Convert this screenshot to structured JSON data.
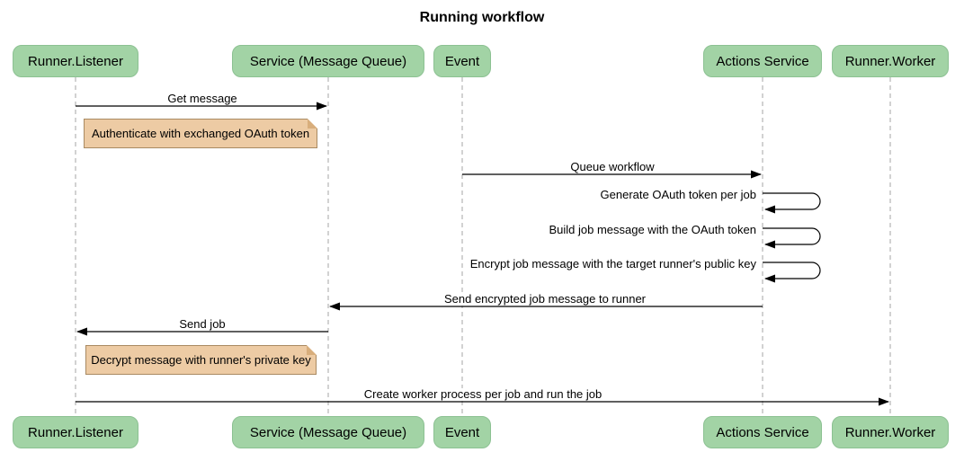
{
  "title": "Running workflow",
  "participants": [
    {
      "label": "Runner.Listener"
    },
    {
      "label": "Service (Message Queue)"
    },
    {
      "label": "Event"
    },
    {
      "label": "Actions Service"
    },
    {
      "label": "Runner.Worker"
    }
  ],
  "messages": [
    {
      "label": "Get message",
      "from": "Runner.Listener",
      "to": "Service (Message Queue)",
      "type": "arrow"
    },
    {
      "label": "Queue workflow",
      "from": "Event",
      "to": "Actions Service",
      "type": "arrow"
    },
    {
      "label": "Generate OAuth token per job",
      "from": "Actions Service",
      "to": "Actions Service",
      "type": "self"
    },
    {
      "label": "Build job message with the OAuth token",
      "from": "Actions Service",
      "to": "Actions Service",
      "type": "self"
    },
    {
      "label": "Encrypt job message with the target runner's public key",
      "from": "Actions Service",
      "to": "Actions Service",
      "type": "self"
    },
    {
      "label": "Send encrypted job message to runner",
      "from": "Actions Service",
      "to": "Service (Message Queue)",
      "type": "arrow"
    },
    {
      "label": "Send job",
      "from": "Service (Message Queue)",
      "to": "Runner.Listener",
      "type": "arrow"
    },
    {
      "label": "Create worker process per job and run the job",
      "from": "Runner.Listener",
      "to": "Runner.Worker",
      "type": "arrow"
    }
  ],
  "notes": [
    {
      "label": "Authenticate with exchanged OAuth token"
    },
    {
      "label": "Decrypt message with runner's private key"
    }
  ],
  "colors": {
    "participant_fill": "#a2d3a5",
    "participant_border": "#8cc192",
    "note_fill": "#edcba4",
    "note_border": "#a98a62",
    "lifeline": "#a6a6a6",
    "arrow": "#000000",
    "background": "#ffffff",
    "text": "#000000"
  }
}
